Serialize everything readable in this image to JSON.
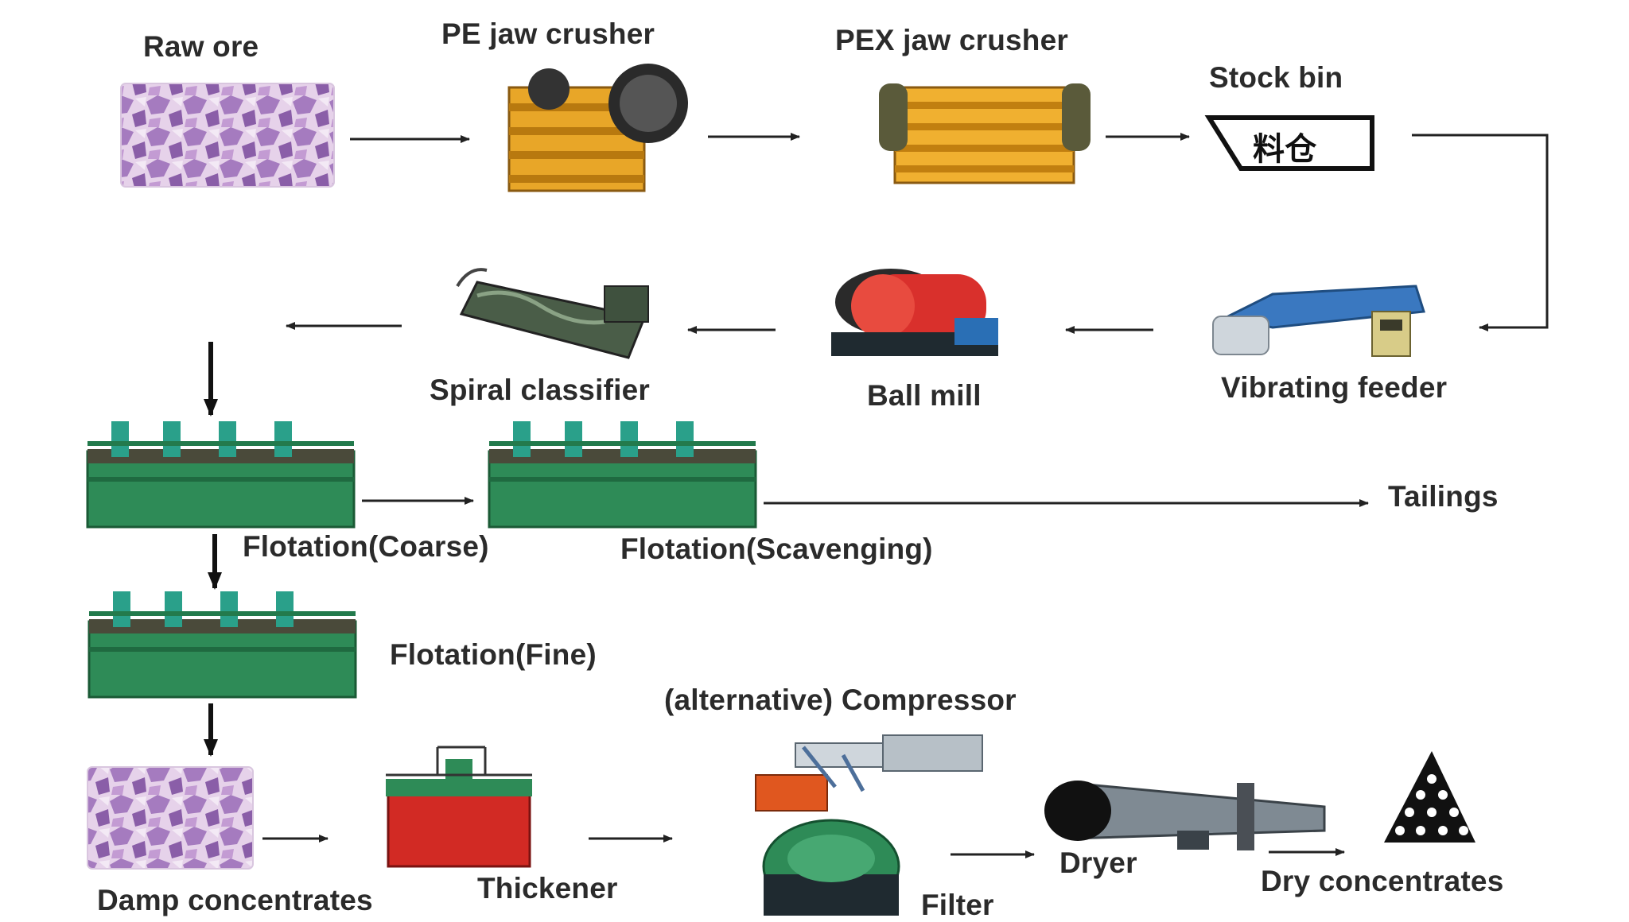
{
  "labels": {
    "raw_ore": "Raw ore",
    "pe_jaw_crusher": "PE jaw crusher",
    "pex_jaw_crusher": "PEX jaw crusher",
    "stock_bin": "Stock bin",
    "stock_bin_sign": "料仓",
    "vibrating_feeder": "Vibrating feeder",
    "ball_mill": "Ball mill",
    "spiral_classifier": "Spiral classifier",
    "flotation_coarse": "Flotation(Coarse)",
    "flotation_scavenging": "Flotation(Scavenging)",
    "tailings": "Tailings",
    "flotation_fine": "Flotation(Fine)",
    "alternative_compressor": "(alternative) Compressor",
    "damp_concentrates": "Damp concentrates",
    "thickener": "Thickener",
    "filter": "Filter",
    "dryer": "Dryer",
    "dry_concentrates": "Dry concentrates"
  },
  "colors": {
    "text": "#2b2b2b",
    "arrow": "#222222",
    "flotation_green": "#2e8b57",
    "crusher_yellow": "#e8a628",
    "ore_purple": "#9b6fb3",
    "ball_mill_red": "#d9302c",
    "feeder_blue": "#3a78c0",
    "thickener_red": "#d22a24"
  }
}
